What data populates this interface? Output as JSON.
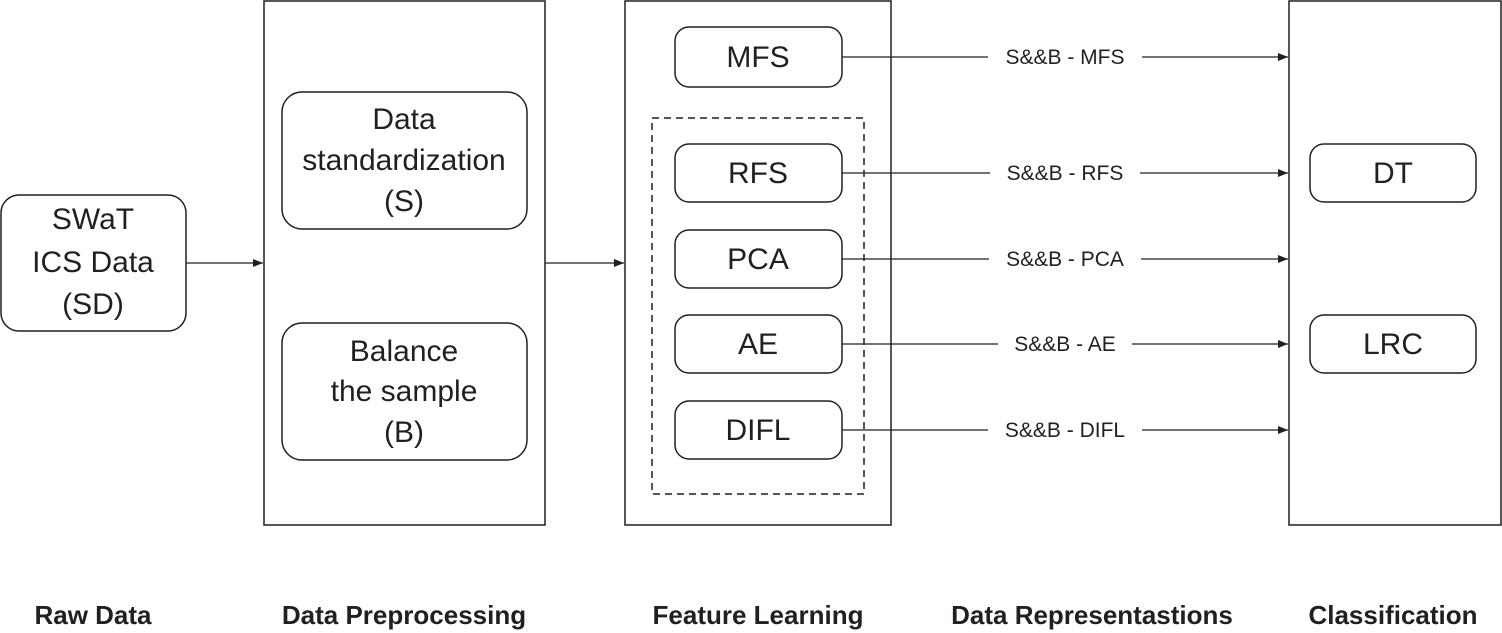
{
  "raw_data": {
    "lines": [
      "SWaT",
      "ICS Data",
      "(SD)"
    ]
  },
  "preprocessing": {
    "standardization": [
      "Data",
      "standardization",
      "(S)"
    ],
    "balance": [
      "Balance",
      "the sample",
      "(B)"
    ]
  },
  "feature_learning": {
    "mfs": "MFS",
    "methods": [
      "RFS",
      "PCA",
      "AE",
      "DIFL"
    ]
  },
  "representations": [
    "S&&B - MFS",
    "S&&B - RFS",
    "S&&B - PCA",
    "S&&B - AE",
    "S&&B - DIFL"
  ],
  "classifiers": [
    "DT",
    "LRC"
  ],
  "column_labels": [
    "Raw Data",
    "Data Preprocessing",
    "Feature Learning",
    "Data Representastions",
    "Classification"
  ]
}
